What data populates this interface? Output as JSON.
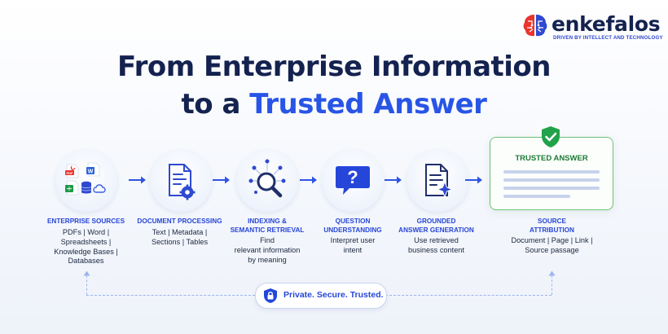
{
  "brand": {
    "name": "enkefalos",
    "tagline": "DRIVEN BY INTELLECT AND TECHNOLOGY"
  },
  "headline": {
    "line1": "From Enterprise Information",
    "line2_prefix": "to a ",
    "line2_accent": "Trusted Answer"
  },
  "steps": [
    {
      "label": "ENTERPRISE SOURCES",
      "desc": [
        "PDFs | Word |",
        "Spreadsheets |",
        "Knowledge Bases |",
        "Databases"
      ]
    },
    {
      "label": "DOCUMENT PROCESSING",
      "desc": [
        "Text | Metadata |",
        "Sections | Tables"
      ]
    },
    {
      "label": "INDEXING & SEMANTIC RETRIEVAL",
      "label_lines": [
        "INDEXING &",
        "SEMANTIC RETRIEVAL"
      ],
      "desc": [
        "Find",
        "relevant information",
        "by meaning"
      ]
    },
    {
      "label": "QUESTION UNDERSTANDING",
      "label_lines": [
        "QUESTION",
        "UNDERSTANDING"
      ],
      "desc": [
        "Interpret user",
        "intent"
      ]
    },
    {
      "label": "GROUNDED ANSWER GENERATION",
      "label_lines": [
        "GROUNDED",
        "ANSWER GENERATION"
      ],
      "desc": [
        "Use retrieved",
        "business content"
      ]
    },
    {
      "label": "SOURCE ATTRIBUTION",
      "label_lines": [
        "SOURCE",
        "ATTRIBUTION"
      ],
      "desc": [
        "Document | Page | Link |",
        "Source passage"
      ]
    }
  ],
  "answer_card": {
    "title": "TRUSTED ANSWER"
  },
  "footer_pill": {
    "text": "Private. Secure. Trusted."
  },
  "colors": {
    "navy": "#14224f",
    "accent_blue": "#2855e6",
    "label_blue": "#2746d6",
    "green": "#1e7a36"
  },
  "icons": [
    "brain-logo-icon",
    "pdf-icon",
    "word-icon",
    "sheet-icon",
    "database-icon",
    "cloud-icon",
    "document-gear-icon",
    "semantic-search-icon",
    "question-bubble-icon",
    "document-sparkle-icon",
    "check-shield-icon",
    "lock-shield-icon",
    "arrow-right-icon"
  ]
}
